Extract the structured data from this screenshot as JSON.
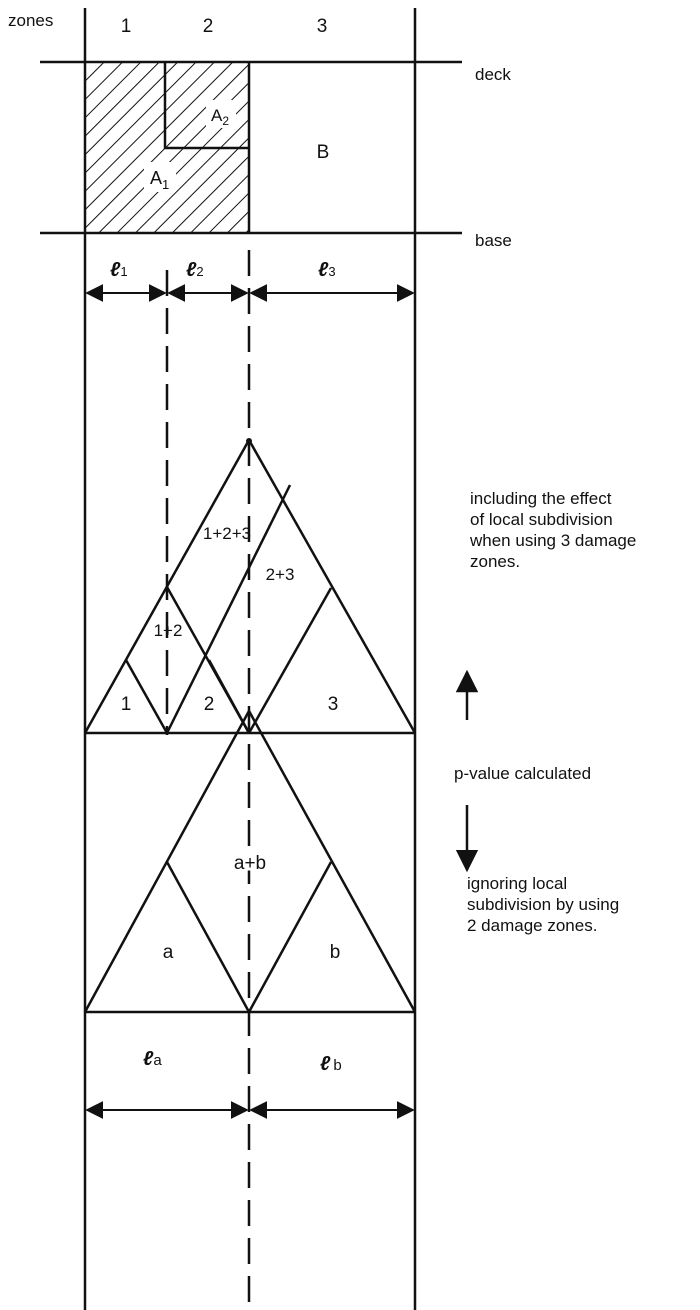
{
  "header": {
    "zones_label": "zones"
  },
  "zones": [
    "1",
    "2",
    "3"
  ],
  "levels": {
    "deck": "deck",
    "base": "base"
  },
  "regions": {
    "a1": "A",
    "a1_sub": "1",
    "a2": "A",
    "a2_sub": "2",
    "b": "B"
  },
  "lengths": {
    "l1": "1",
    "l2": "2",
    "l3": "3",
    "la": "a",
    "lb": "b",
    "symbol": "ℓ"
  },
  "triangle_3zones": {
    "labels": {
      "z1": "1",
      "z2": "2",
      "z3": "3",
      "z12": "1+2",
      "z23": "2+3",
      "z123": "1+2+3"
    },
    "caption": [
      "including the effect",
      "of local subdivision",
      "when using 3 damage",
      "zones."
    ]
  },
  "middle_note": "p-value calculated",
  "triangle_2zones": {
    "labels": {
      "a": "a",
      "b": "b",
      "ab": "a+b"
    },
    "caption": [
      "ignoring local",
      "subdivision by using",
      "2 damage zones."
    ]
  }
}
